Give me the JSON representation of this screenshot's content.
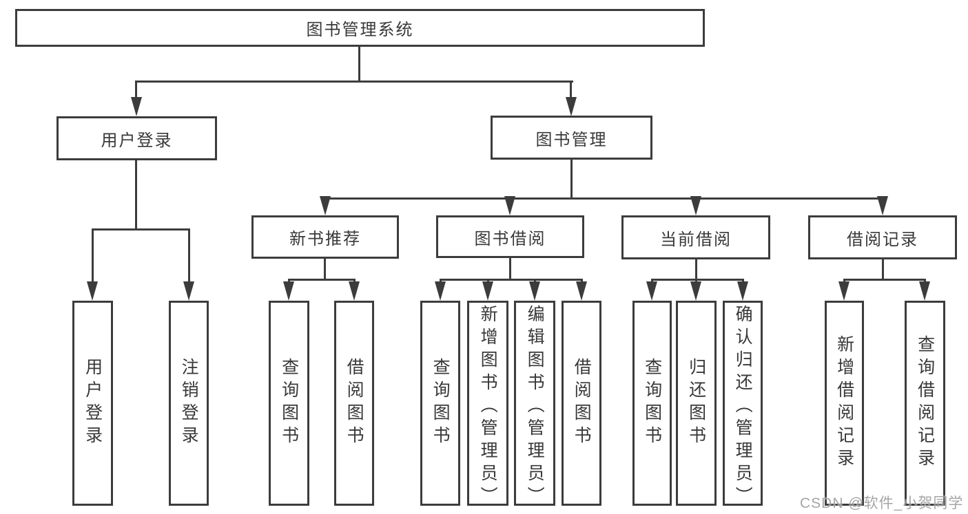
{
  "colors": {
    "background": "#ffffff",
    "line": "#3c3c3c",
    "box_border": "#3c3c3c",
    "text": "#383838",
    "watermark": "#8c8c8c"
  },
  "tree": {
    "root": {
      "label": "图书管理系统"
    },
    "branches": [
      {
        "label": "用户登录",
        "children": [
          {
            "label": "用户登录"
          },
          {
            "label": "注销登录"
          }
        ]
      },
      {
        "label": "图书管理",
        "children": [
          {
            "label": "新书推荐",
            "children": [
              {
                "label": "查询图书"
              },
              {
                "label": "借阅图书"
              }
            ]
          },
          {
            "label": "图书借阅",
            "children": [
              {
                "label": "查询图书"
              },
              {
                "label": "新增图书（管理员）"
              },
              {
                "label": "编辑图书（管理员）"
              },
              {
                "label": "借阅图书"
              }
            ]
          },
          {
            "label": "当前借阅",
            "children": [
              {
                "label": "查询图书"
              },
              {
                "label": "归还图书"
              },
              {
                "label": "确认归还（管理员）"
              }
            ]
          },
          {
            "label": "借阅记录",
            "children": [
              {
                "label": "新增借阅记录"
              },
              {
                "label": "查询借阅记录"
              }
            ]
          }
        ]
      }
    ]
  },
  "watermark": {
    "text": "CSDN @软件_小贺同学"
  }
}
